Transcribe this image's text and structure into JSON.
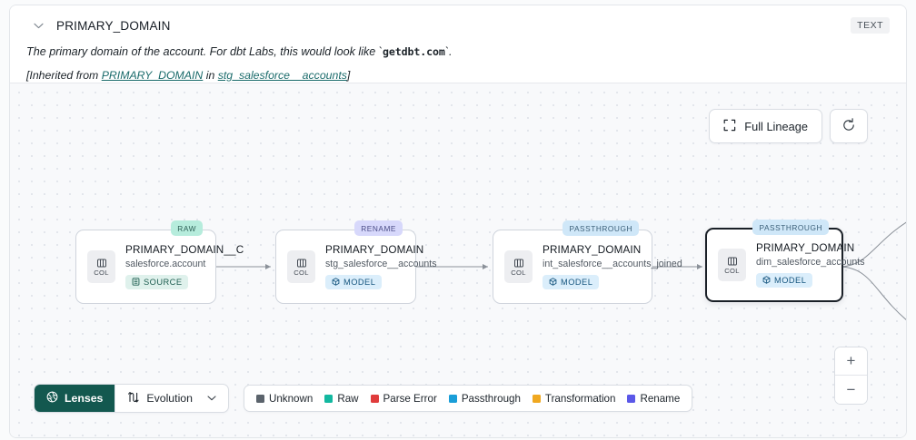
{
  "header": {
    "collapse_icon": "chevron-down-icon",
    "title": "PRIMARY_DOMAIN",
    "type_chip": "TEXT",
    "description_prefix": "The primary domain of the account. For dbt Labs, this would look like `",
    "description_code": "getdbt.com",
    "description_suffix": "`.",
    "inherited_open": "[Inherited from ",
    "inherited_link1": "PRIMARY_DOMAIN",
    "inherited_mid": " in ",
    "inherited_link2": "stg_salesforce__accounts",
    "inherited_close": "]"
  },
  "toolbar": {
    "full_lineage_label": "Full Lineage",
    "full_lineage_icon": "expand-icon",
    "refresh_icon": "refresh-icon"
  },
  "zoom_controls": {
    "zoom_in": "+",
    "zoom_out": "−"
  },
  "lineage": {
    "nodes": [
      {
        "tag": "RAW",
        "tag_class": "tag-raw",
        "icon_label": "COL",
        "title": "PRIMARY_DOMAIN__C",
        "subtitle": "salesforce.account",
        "badge": "SOURCE",
        "badge_class": "badge-source",
        "badge_icon": "source-table-icon",
        "selected": false
      },
      {
        "tag": "RENAME",
        "tag_class": "tag-rename",
        "icon_label": "COL",
        "title": "PRIMARY_DOMAIN",
        "subtitle": "stg_salesforce__accounts",
        "badge": "MODEL",
        "badge_class": "badge-model",
        "badge_icon": "model-cube-icon",
        "selected": false
      },
      {
        "tag": "PASSTHROUGH",
        "tag_class": "tag-passthrough",
        "icon_label": "COL",
        "title": "PRIMARY_DOMAIN",
        "subtitle": "int_salesforce__accounts_joined",
        "badge": "MODEL",
        "badge_class": "badge-model",
        "badge_icon": "model-cube-icon",
        "selected": false
      },
      {
        "tag": "PASSTHROUGH",
        "tag_class": "tag-passthrough",
        "icon_label": "COL",
        "title": "PRIMARY_DOMAIN",
        "subtitle": "dim_salesforce_accounts",
        "badge": "MODEL",
        "badge_class": "badge-model",
        "badge_icon": "model-cube-icon",
        "selected": true
      }
    ]
  },
  "bottom": {
    "lenses_label": "Lenses",
    "lenses_icon": "aperture-icon",
    "evolution_label": "Evolution",
    "evolution_icon": "evolution-icon",
    "evolution_caret": "chevron-down-icon",
    "legend": [
      {
        "label": "Unknown",
        "color": "#5b636c"
      },
      {
        "label": "Raw",
        "color": "#13b8a0"
      },
      {
        "label": "Parse Error",
        "color": "#e03c3c"
      },
      {
        "label": "Passthrough",
        "color": "#1a9ed8"
      },
      {
        "label": "Transformation",
        "color": "#f0a820"
      },
      {
        "label": "Rename",
        "color": "#5b58e8"
      }
    ]
  }
}
